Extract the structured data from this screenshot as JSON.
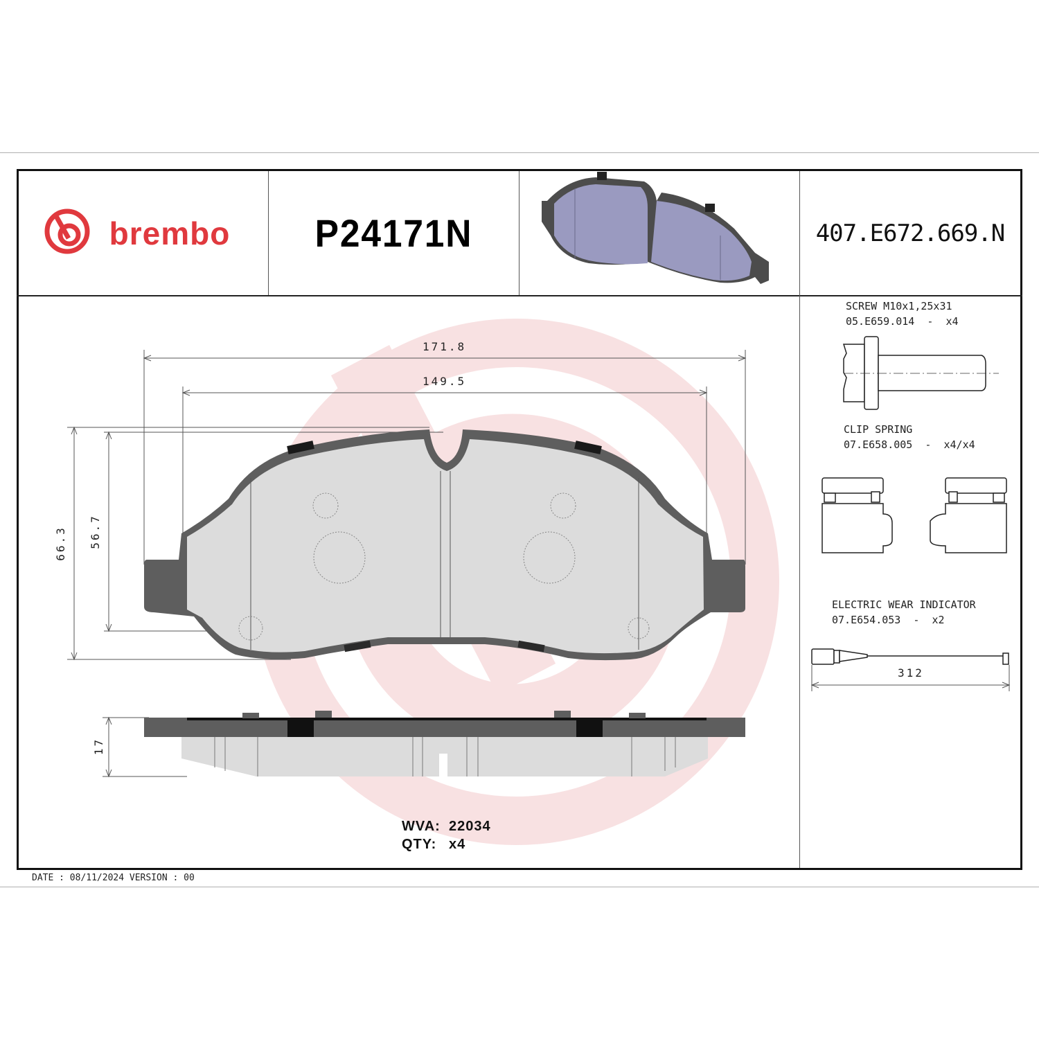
{
  "header": {
    "brand": "brembo",
    "part_number": "P24171N",
    "reference_number": "407.E672.669.N"
  },
  "colors": {
    "brand_red": "#e0393e",
    "watermark_pink": "#f7dcdd",
    "backing_plate": "#5e5e5e",
    "friction_material": "#dcdcdc",
    "render_3d": "#9a9ac0"
  },
  "drawing": {
    "dimensions": {
      "overall_width": "171.8",
      "friction_width": "149.5",
      "overall_height": "66.3",
      "friction_height": "56.7",
      "thickness": "17"
    },
    "wva_label": "WVA:",
    "wva_value": "22034",
    "qty_label": "QTY:",
    "qty_value": "x4"
  },
  "accessories": [
    {
      "name": "SCREW M10x1,25x31",
      "code_qty": "05.E659.014  -  x4",
      "icon": "screw-icon"
    },
    {
      "name": "CLIP SPRING",
      "code_qty": "07.E658.005  -  x4/x4",
      "icon": "clip-spring-icon"
    },
    {
      "name": "ELECTRIC WEAR INDICATOR",
      "code_qty": "07.E654.053  -  x2",
      "icon": "wear-indicator-icon",
      "length": "312"
    }
  ],
  "footer": {
    "text": "DATE : 08/11/2024 VERSION : 00"
  }
}
